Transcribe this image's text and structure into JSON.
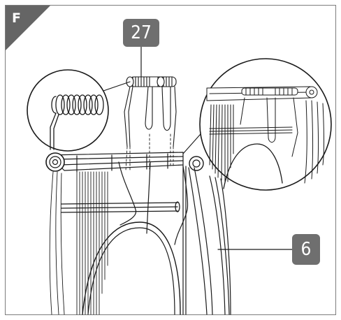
{
  "panel": {
    "step_letter": "F",
    "callouts": {
      "spring": "27",
      "slat": "6"
    }
  },
  "colors": {
    "line": "#1a1a1a",
    "badge_fill": "#6f6f6f",
    "corner_fill": "#656565",
    "border": "#7d7d7d"
  }
}
